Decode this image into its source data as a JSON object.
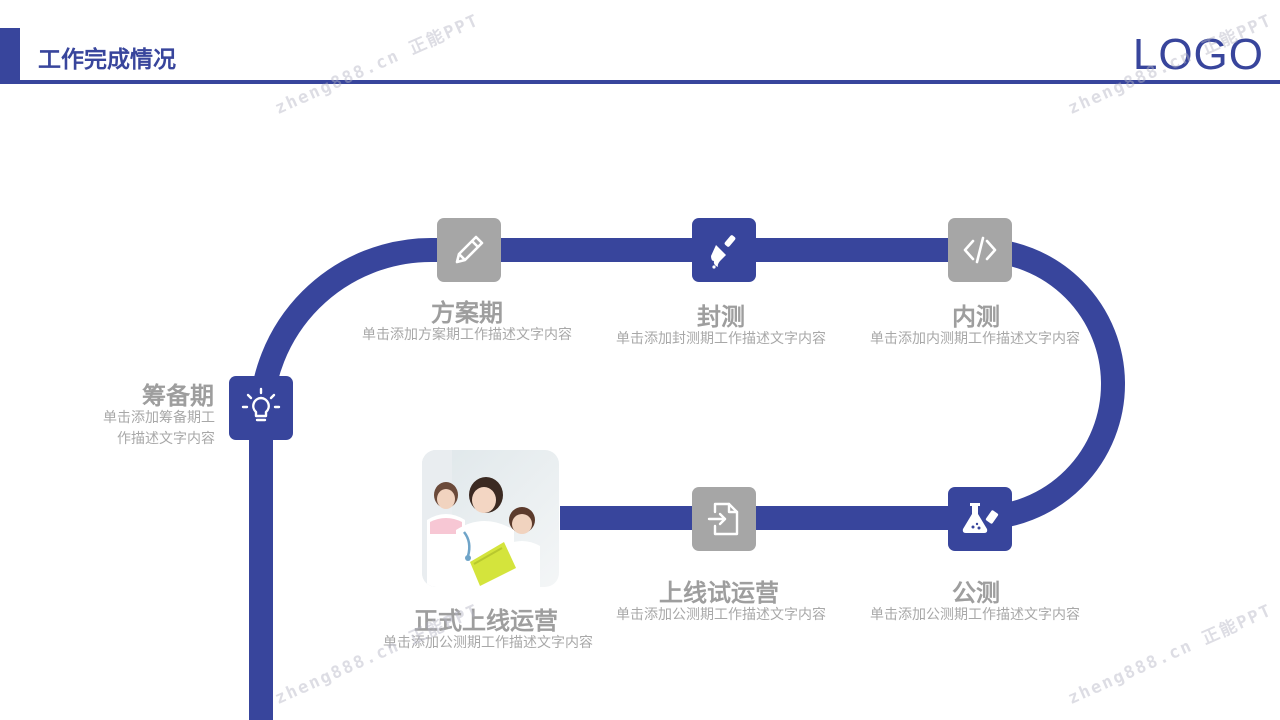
{
  "header": {
    "title": "工作完成情况",
    "logo": "LOGO"
  },
  "watermark": "zheng888.cn 正能PPT",
  "colors": {
    "accent": "#38459c",
    "node_gray": "#a6a6a6",
    "text_gray": "#9e9e9e"
  },
  "stages": [
    {
      "title": "筹备期",
      "desc": "单击添加筹备期工作描述文字内容",
      "icon": "lightbulb-icon"
    },
    {
      "title": "方案期",
      "desc": "单击添加方案期工作描述文字内容",
      "icon": "pencil-icon"
    },
    {
      "title": "封测",
      "desc": "单击添加封测期工作描述文字内容",
      "icon": "paint-brush-icon"
    },
    {
      "title": "内测",
      "desc": "单击添加内测期工作描述文字内容",
      "icon": "code-icon"
    },
    {
      "title": "公测",
      "desc": "单击添加公测期工作描述文字内容",
      "icon": "flask-icon"
    },
    {
      "title": "上线试运营",
      "desc": "单击添加公测期工作描述文字内容",
      "icon": "file-import-icon"
    },
    {
      "title": "正式上线运营",
      "desc": "单击添加公测期工作描述文字内容",
      "icon": "nurses-photo"
    }
  ]
}
